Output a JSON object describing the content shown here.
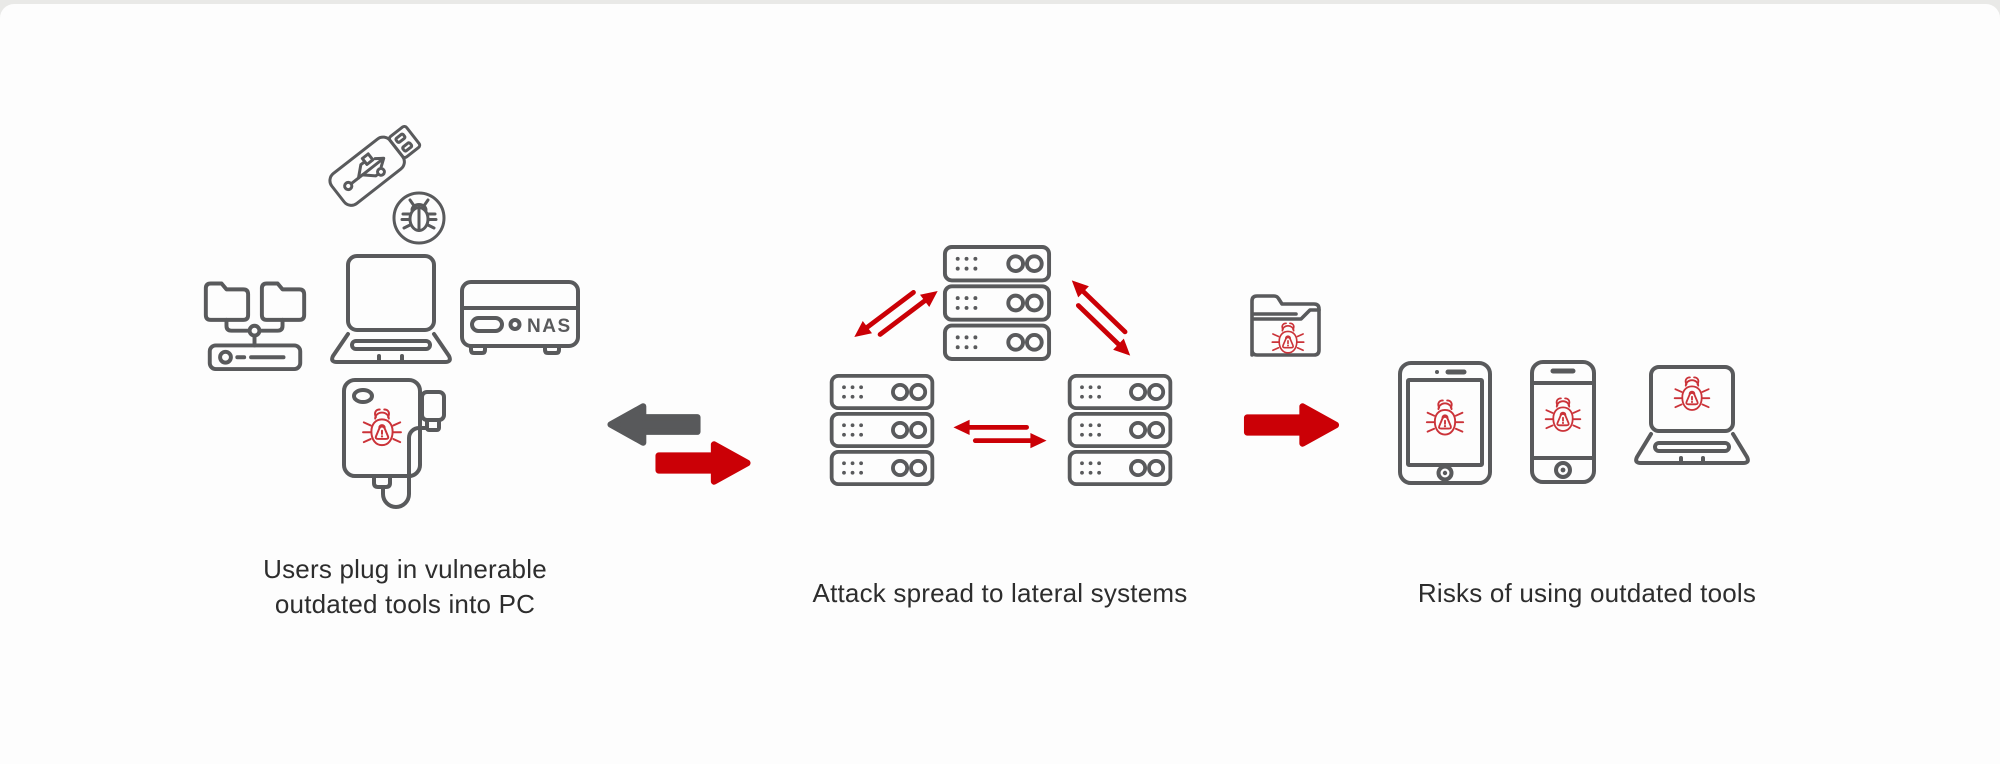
{
  "diagram": {
    "steps": [
      {
        "caption": "Users plug in vulnerable outdated tools into PC"
      },
      {
        "caption": "Attack spread to lateral systems"
      },
      {
        "caption": "Risks of using outdated tools"
      }
    ],
    "nas_label": "NAS"
  },
  "colors": {
    "outline_gray": "#595a5c",
    "arrow_gray": "#58595b",
    "arrow_red": "#cb0006",
    "bug_red": "#cb3339",
    "text": "#2d2d2d",
    "card_bg": "#fdfdfd",
    "page_bg": "#e9e9e7"
  }
}
